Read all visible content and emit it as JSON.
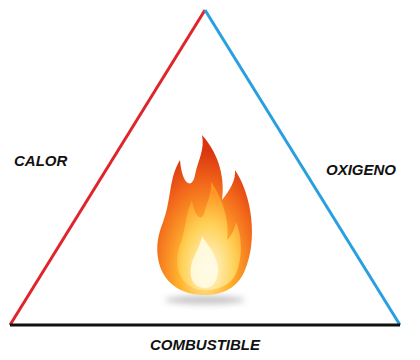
{
  "diagram": {
    "labels": [
      "CALOR",
      "OXIGENO",
      "COMBUSTIBLE"
    ]
  }
}
